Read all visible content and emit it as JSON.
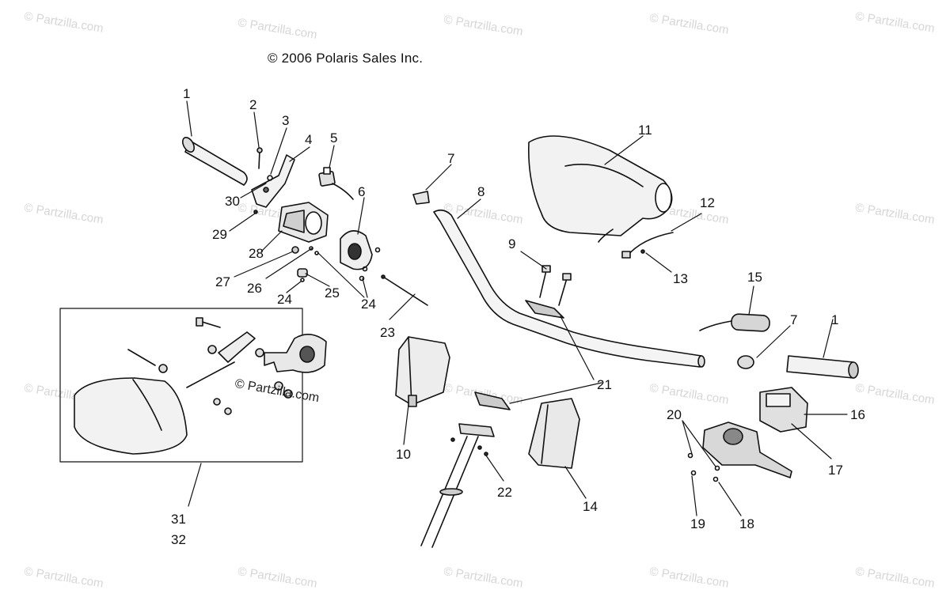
{
  "header": {
    "copyright": "© 2006 Polaris Sales Inc."
  },
  "watermark": {
    "text": "© Partzilla.com",
    "inset_text": "© Partzilla.com"
  },
  "callouts": [
    "1",
    "2",
    "3",
    "4",
    "5",
    "6",
    "7",
    "8",
    "9",
    "10",
    "11",
    "12",
    "13",
    "14",
    "15",
    "16",
    "17",
    "18",
    "19",
    "20",
    "21",
    "22",
    "23",
    "24",
    "25",
    "26",
    "27",
    "28",
    "29",
    "30",
    "31",
    "32",
    "7",
    "1",
    "24"
  ]
}
